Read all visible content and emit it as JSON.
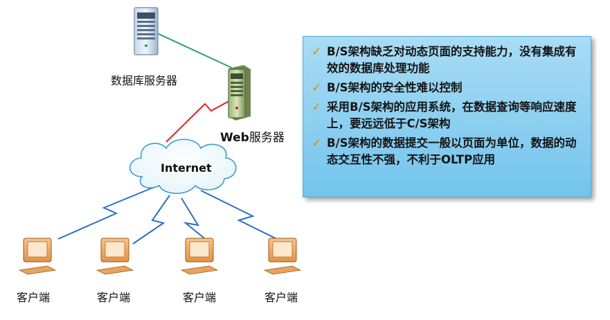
{
  "nodes": {
    "db_server_label": "数据库服务器",
    "web_server_prefix": "Web",
    "web_server_suffix": "服务器",
    "internet_label": "Internet",
    "clients": [
      "客户端",
      "客户端",
      "客户端",
      "客户端"
    ]
  },
  "note": {
    "check_glyph": "✓",
    "items": [
      "B/S架构缺乏对动态页面的支持能力，没有集成有效的数据库处理功能",
      "B/S架构的安全性难以控制",
      "采用B/S架构的应用系统，在数据查询等响应速度上，要远远低于C/S架构",
      "B/S架构的数据提交一般以页面为单位，数据的动态交互性不强，不利于OLTP应用"
    ]
  },
  "colors": {
    "db_link": "#2ca06a",
    "web_link": "#e02020",
    "client_link": "#2a6fc2",
    "note_bg": "#8fd0f0",
    "bullet": "#e3870f"
  }
}
